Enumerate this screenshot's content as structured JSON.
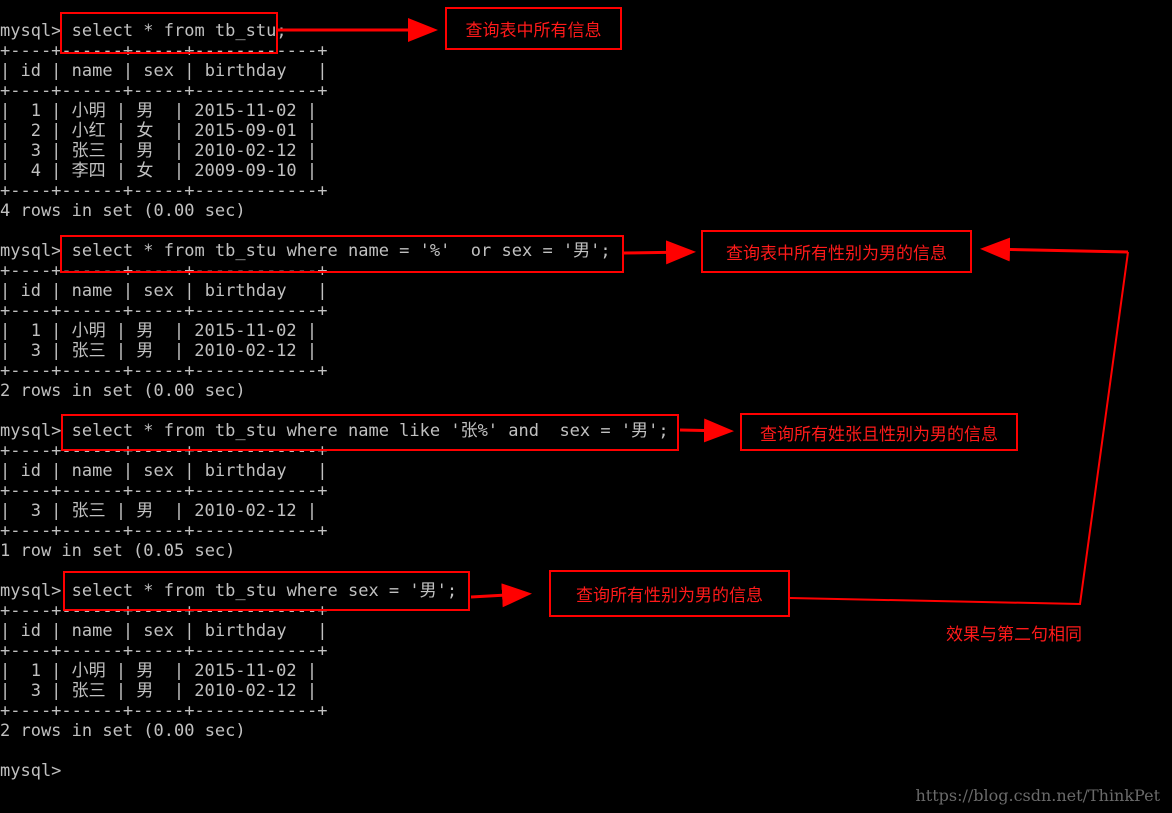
{
  "terminal": {
    "lines": [
      "mysql> select * from tb_stu;",
      "+----+------+-----+------------+",
      "| id | name | sex | birthday   |",
      "+----+------+-----+------------+",
      "|  1 | 小明 | 男  | 2015-11-02 |",
      "|  2 | 小红 | 女  | 2015-09-01 |",
      "|  3 | 张三 | 男  | 2010-02-12 |",
      "|  4 | 李四 | 女  | 2009-09-10 |",
      "+----+------+-----+------------+",
      "4 rows in set (0.00 sec)",
      "",
      "mysql> select * from tb_stu where name = '%'  or sex = '男';",
      "+----+------+-----+------------+",
      "| id | name | sex | birthday   |",
      "+----+------+-----+------------+",
      "|  1 | 小明 | 男  | 2015-11-02 |",
      "|  3 | 张三 | 男  | 2010-02-12 |",
      "+----+------+-----+------------+",
      "2 rows in set (0.00 sec)",
      "",
      "mysql> select * from tb_stu where name like '张%' and  sex = '男';",
      "+----+------+-----+------------+",
      "| id | name | sex | birthday   |",
      "+----+------+-----+------------+",
      "|  3 | 张三 | 男  | 2010-02-12 |",
      "+----+------+-----+------------+",
      "1 row in set (0.05 sec)",
      "",
      "mysql> select * from tb_stu where sex = '男';",
      "+----+------+-----+------------+",
      "| id | name | sex | birthday   |",
      "+----+------+-----+------------+",
      "|  1 | 小明 | 男  | 2015-11-02 |",
      "|  3 | 张三 | 男  | 2010-02-12 |",
      "+----+------+-----+------------+",
      "2 rows in set (0.00 sec)",
      "",
      "mysql>"
    ]
  },
  "annotations": {
    "note1": "查询表中所有信息",
    "note2": "查询表中所有性别为男的信息",
    "note3": "查询所有姓张且性别为男的信息",
    "note4": "查询所有性别为男的信息",
    "note5": "效果与第二句相同"
  },
  "watermark": "https://blog.csdn.net/ThinkPet",
  "colors": {
    "background": "#000000",
    "text": "#c0c0c0",
    "annotation": "#ff0000"
  }
}
